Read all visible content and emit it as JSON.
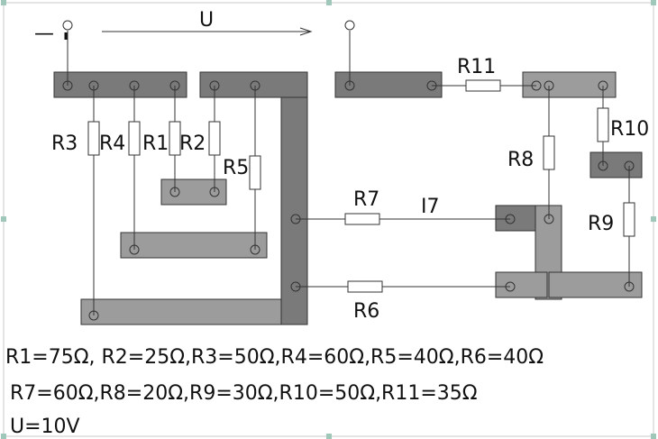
{
  "diagram": {
    "minus_sign": "—",
    "voltage_label": "U",
    "current_label": "I7",
    "resistors": {
      "r1": "R1",
      "r2": "R2",
      "r3": "R3",
      "r4": "R4",
      "r5": "R5",
      "r6": "R6",
      "r7": "R7",
      "r8": "R8",
      "r9": "R9",
      "r10": "R10",
      "r11": "R11"
    }
  },
  "values": {
    "line1": "R1=75Ω,  R2=25Ω,R3=50Ω,R4=60Ω,R5=40Ω,R6=40Ω",
    "line2": "R7=60Ω,R8=20Ω,R9=30Ω,R10=50Ω,R11=35Ω",
    "line3": "U=10V"
  },
  "colors": {
    "bar_dark": "#7a7a7a",
    "bar_light": "#9c9c9c",
    "wire": "#333333",
    "frame": "#c8c8c8",
    "handle": "#9fc8b8"
  }
}
